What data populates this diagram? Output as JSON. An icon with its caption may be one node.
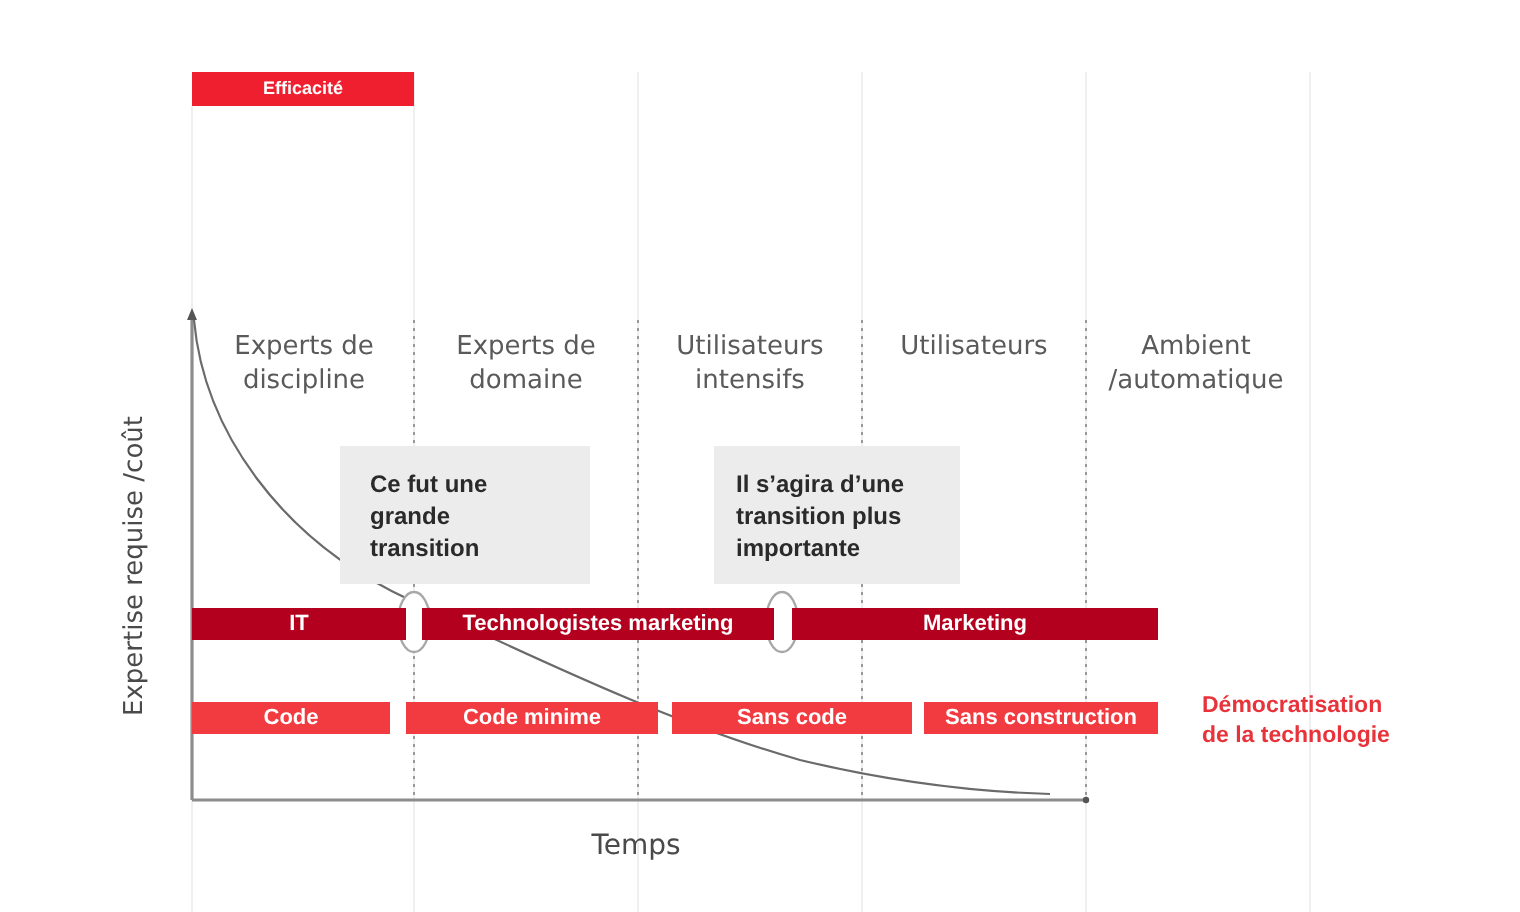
{
  "diagram": {
    "nodes": [
      {
        "text": [
          "Efficacité"
        ]
      },
      {
        "text": [
          "Ce fut une grande transition"
        ]
      },
      {
        "text": [
          "Il s’agira d’une transition plus importante"
        ]
      },
      {
        "text": [
          "IT"
        ]
      },
      {
        "text": [
          "Technologistes marketing"
        ]
      },
      {
        "text": [
          "Marketing"
        ]
      },
      {
        "text": [
          "Code"
        ]
      },
      {
        "text": [
          "Code minime"
        ]
      },
      {
        "text": [
          "Sans code"
        ]
      },
      {
        "text": [
          "Sans construction"
        ]
      }
    ],
    "labels": [
      "Experts de discipline",
      "Experts de domaine",
      "Utilisateurs intensifs",
      "Utilisateurs",
      "Ambient /automatique",
      "Expertise requise /coût",
      "Démocratisation de la technologie",
      "Temps"
    ]
  }
}
